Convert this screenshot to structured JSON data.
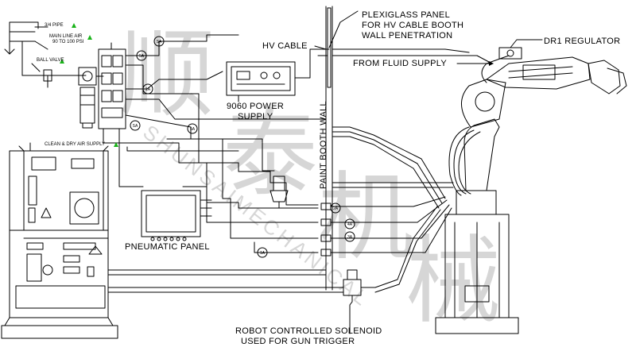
{
  "labels": {
    "plexiglass": [
      "PLEXIGLASS PANEL",
      "FOR HV CABLE BOOTH",
      "WALL PENETRATION"
    ],
    "dr1_regulator": "DR1 REGULATOR",
    "hv_cable": "HV CABLE",
    "from_fluid_supply": "FROM FLUID SUPPLY",
    "power_supply": [
      "9060 POWER",
      "SUPPLY"
    ],
    "paint_booth_wall": "PAINT BOOTH WALL",
    "pneumatic_panel": "PNEUMATIC PANEL",
    "solenoid": [
      "ROBOT CONTROLLED SOLENOID",
      "USED FOR GUN TRIGGER"
    ],
    "pipe": "3/4 PIPE",
    "main_line_air": [
      "MAIN LINE AIR",
      "90 TO 100 PSI"
    ],
    "ball_valve": "BALL VALVE",
    "clean_dry_air": "CLEAN & DRY AIR SUPPLY"
  },
  "tags": [
    "SA",
    "5A",
    "1A",
    "SA",
    "5A",
    "2A",
    "4A",
    "3A",
    "1A"
  ],
  "watermark": {
    "chars": [
      "顺",
      "泰",
      "机",
      "械"
    ],
    "latin": "SHUNSAIMECHANICAL"
  },
  "colors": {
    "line": "#000000",
    "indicator": "#19b319"
  }
}
